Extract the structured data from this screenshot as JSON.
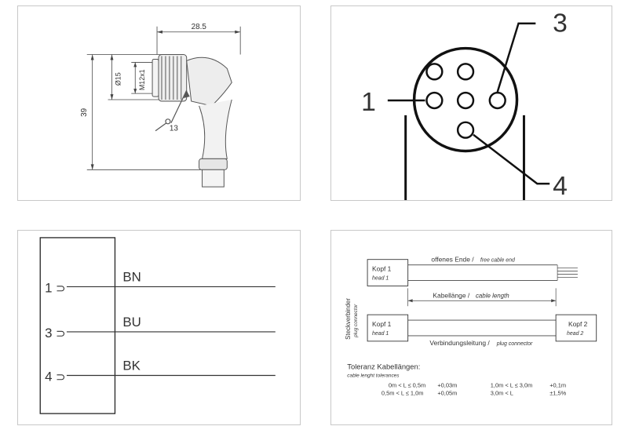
{
  "dimension_drawing": {
    "width_label": "28.5",
    "height_label": "39",
    "diameter_label": "Ø15",
    "thread_label": "M12x1",
    "wrench_label": "13"
  },
  "pin_face": {
    "label_1": "1",
    "label_3": "3",
    "label_4": "4"
  },
  "wiring": {
    "pins": [
      {
        "pin": "1",
        "wire": "BN"
      },
      {
        "pin": "3",
        "wire": "BU"
      },
      {
        "pin": "4",
        "wire": "BK"
      }
    ],
    "pin_symbol": "⊃"
  },
  "cable_info": {
    "side_label_de": "Steckverbinder",
    "side_label_en": "plug connector",
    "head1_de": "Kopf 1",
    "head1_en": "head 1",
    "head1b_de": "Kopf 1",
    "head1b_en": "head 1",
    "head2_de": "Kopf 2",
    "head2_en": "head 2",
    "free_end_de": "offenes Ende /",
    "free_end_en": "free cable end",
    "length_de": "Kabellänge /",
    "length_en": "cable length",
    "connect_de": "Verbindungsleitung /",
    "connect_en": "plug connector",
    "tol_title_de": "Toleranz Kabellängen:",
    "tol_title_en": "cable lenght tolerances",
    "tol_rows": [
      {
        "range": "0m < L ≤ 0,5m",
        "tol": "+0,03m"
      },
      {
        "range": "0,5m < L ≤ 1,0m",
        "tol": "+0,05m"
      },
      {
        "range": "1,0m < L ≤ 3,0m",
        "tol": "+0,1m"
      },
      {
        "range": "3,0m < L",
        "tol": "±1,5%"
      }
    ]
  }
}
